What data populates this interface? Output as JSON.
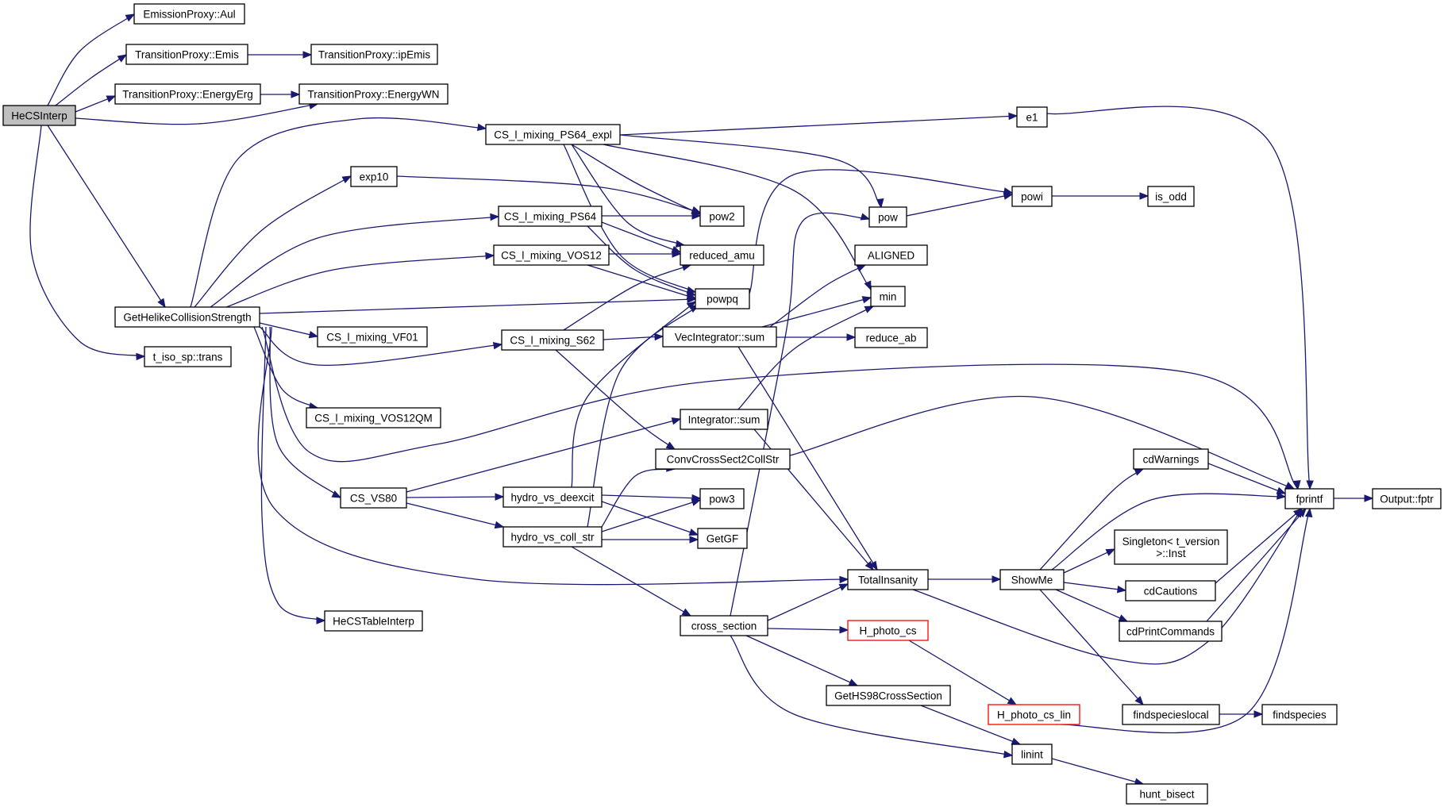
{
  "graph": {
    "colors": {
      "edge": "#191970",
      "node_border": "#000000",
      "root_fill": "#bfbfbf",
      "highlight_border": "#ff0000"
    },
    "nodes": [
      {
        "id": "HeCSInterp",
        "label": "HeCSInterp",
        "root": true
      },
      {
        "id": "EmissionProxyAul",
        "label": "EmissionProxy::Aul"
      },
      {
        "id": "TransitionProxyEmis",
        "label": "TransitionProxy::Emis"
      },
      {
        "id": "TransitionProxyipEmis",
        "label": "TransitionProxy::ipEmis"
      },
      {
        "id": "TransitionProxyEnergyErg",
        "label": "TransitionProxy::EnergyErg"
      },
      {
        "id": "TransitionProxyEnergyWN",
        "label": "TransitionProxy::EnergyWN"
      },
      {
        "id": "GetHelikeCollisionStrength",
        "label": "GetHelikeCollisionStrength"
      },
      {
        "id": "t_iso_sp_trans",
        "label": "t_iso_sp::trans"
      },
      {
        "id": "CS_l_mixing_PS64_expl",
        "label": "CS_l_mixing_PS64_expl"
      },
      {
        "id": "exp10",
        "label": "exp10"
      },
      {
        "id": "CS_l_mixing_PS64",
        "label": "CS_l_mixing_PS64"
      },
      {
        "id": "CS_l_mixing_VOS12",
        "label": "CS_l_mixing_VOS12"
      },
      {
        "id": "CS_l_mixing_VF01",
        "label": "CS_l_mixing_VF01"
      },
      {
        "id": "CS_l_mixing_S62",
        "label": "CS_l_mixing_S62"
      },
      {
        "id": "CS_l_mixing_VOS12QM",
        "label": "CS_l_mixing_VOS12QM"
      },
      {
        "id": "CS_VS80",
        "label": "CS_VS80"
      },
      {
        "id": "HeCSTableInterp",
        "label": "HeCSTableInterp"
      },
      {
        "id": "e1",
        "label": "e1"
      },
      {
        "id": "pow2",
        "label": "pow2"
      },
      {
        "id": "reduced_amu",
        "label": "reduced_amu"
      },
      {
        "id": "powpq",
        "label": "powpq"
      },
      {
        "id": "VecIntegrator_sum",
        "label": "VecIntegrator::sum"
      },
      {
        "id": "Integrator_sum",
        "label": "Integrator::sum"
      },
      {
        "id": "ConvCrossSect2CollStr",
        "label": "ConvCrossSect2CollStr"
      },
      {
        "id": "hydro_vs_deexcit",
        "label": "hydro_vs_deexcit"
      },
      {
        "id": "hydro_vs_coll_str",
        "label": "hydro_vs_coll_str"
      },
      {
        "id": "pow3",
        "label": "pow3"
      },
      {
        "id": "GetGF",
        "label": "GetGF"
      },
      {
        "id": "cross_section",
        "label": "cross_section"
      },
      {
        "id": "pow",
        "label": "pow"
      },
      {
        "id": "powi",
        "label": "powi"
      },
      {
        "id": "is_odd",
        "label": "is_odd"
      },
      {
        "id": "ALIGNED",
        "label": "ALIGNED"
      },
      {
        "id": "min",
        "label": "min"
      },
      {
        "id": "reduce_ab",
        "label": "reduce_ab"
      },
      {
        "id": "TotalInsanity",
        "label": "TotalInsanity"
      },
      {
        "id": "H_photo_cs",
        "label": "H_photo_cs",
        "red": true
      },
      {
        "id": "GetHS98CrossSection",
        "label": "GetHS98CrossSection"
      },
      {
        "id": "H_photo_cs_lin",
        "label": "H_photo_cs_lin",
        "red": true
      },
      {
        "id": "linint",
        "label": "linint"
      },
      {
        "id": "hunt_bisect",
        "label": "hunt_bisect"
      },
      {
        "id": "ShowMe",
        "label": "ShowMe"
      },
      {
        "id": "cdWarnings",
        "label": "cdWarnings"
      },
      {
        "id": "Singleton_Inst",
        "label": "Singleton< t_version\n>::Inst"
      },
      {
        "id": "cdCautions",
        "label": "cdCautions"
      },
      {
        "id": "cdPrintCommands",
        "label": "cdPrintCommands"
      },
      {
        "id": "findspecieslocal",
        "label": "findspecieslocal"
      },
      {
        "id": "findspecies",
        "label": "findspecies"
      },
      {
        "id": "fprintf",
        "label": "fprintf"
      },
      {
        "id": "Output_fptr",
        "label": "Output::fptr"
      }
    ],
    "edges": [
      [
        "HeCSInterp",
        "EmissionProxyAul"
      ],
      [
        "HeCSInterp",
        "TransitionProxyEmis"
      ],
      [
        "HeCSInterp",
        "TransitionProxyEnergyErg"
      ],
      [
        "HeCSInterp",
        "TransitionProxyEnergyWN"
      ],
      [
        "HeCSInterp",
        "GetHelikeCollisionStrength"
      ],
      [
        "HeCSInterp",
        "t_iso_sp_trans"
      ],
      [
        "TransitionProxyEmis",
        "TransitionProxyipEmis"
      ],
      [
        "TransitionProxyEnergyErg",
        "TransitionProxyEnergyWN"
      ],
      [
        "GetHelikeCollisionStrength",
        "CS_l_mixing_PS64_expl"
      ],
      [
        "GetHelikeCollisionStrength",
        "exp10"
      ],
      [
        "GetHelikeCollisionStrength",
        "CS_l_mixing_PS64"
      ],
      [
        "GetHelikeCollisionStrength",
        "CS_l_mixing_VOS12"
      ],
      [
        "GetHelikeCollisionStrength",
        "powpq"
      ],
      [
        "GetHelikeCollisionStrength",
        "CS_l_mixing_VF01"
      ],
      [
        "GetHelikeCollisionStrength",
        "CS_l_mixing_S62"
      ],
      [
        "GetHelikeCollisionStrength",
        "CS_l_mixing_VOS12QM"
      ],
      [
        "GetHelikeCollisionStrength",
        "fprintf"
      ],
      [
        "GetHelikeCollisionStrength",
        "CS_VS80"
      ],
      [
        "GetHelikeCollisionStrength",
        "TotalInsanity"
      ],
      [
        "GetHelikeCollisionStrength",
        "HeCSTableInterp"
      ],
      [
        "CS_l_mixing_PS64_expl",
        "e1"
      ],
      [
        "CS_l_mixing_PS64_expl",
        "pow"
      ],
      [
        "CS_l_mixing_PS64_expl",
        "pow2"
      ],
      [
        "CS_l_mixing_PS64_expl",
        "reduced_amu"
      ],
      [
        "CS_l_mixing_PS64_expl",
        "powpq"
      ],
      [
        "CS_l_mixing_PS64_expl",
        "min"
      ],
      [
        "exp10",
        "pow2"
      ],
      [
        "CS_l_mixing_PS64",
        "pow2"
      ],
      [
        "CS_l_mixing_PS64",
        "reduced_amu"
      ],
      [
        "CS_l_mixing_PS64",
        "powpq"
      ],
      [
        "CS_l_mixing_VOS12",
        "reduced_amu"
      ],
      [
        "CS_l_mixing_VOS12",
        "powpq"
      ],
      [
        "CS_l_mixing_S62",
        "VecIntegrator_sum"
      ],
      [
        "CS_l_mixing_S62",
        "reduced_amu"
      ],
      [
        "CS_l_mixing_S62",
        "ConvCrossSect2CollStr"
      ],
      [
        "CS_VS80",
        "Integrator_sum"
      ],
      [
        "CS_VS80",
        "hydro_vs_deexcit"
      ],
      [
        "CS_VS80",
        "hydro_vs_coll_str"
      ],
      [
        "hydro_vs_deexcit",
        "powpq"
      ],
      [
        "hydro_vs_deexcit",
        "pow3"
      ],
      [
        "hydro_vs_deexcit",
        "GetGF"
      ],
      [
        "hydro_vs_coll_str",
        "powpq"
      ],
      [
        "hydro_vs_coll_str",
        "ConvCrossSect2CollStr"
      ],
      [
        "hydro_vs_coll_str",
        "pow3"
      ],
      [
        "hydro_vs_coll_str",
        "GetGF"
      ],
      [
        "hydro_vs_coll_str",
        "cross_section"
      ],
      [
        "powpq",
        "powi"
      ],
      [
        "pow",
        "powi"
      ],
      [
        "powi",
        "is_odd"
      ],
      [
        "VecIntegrator_sum",
        "ALIGNED"
      ],
      [
        "VecIntegrator_sum",
        "min"
      ],
      [
        "VecIntegrator_sum",
        "reduce_ab"
      ],
      [
        "VecIntegrator_sum",
        "TotalInsanity"
      ],
      [
        "Integrator_sum",
        "min"
      ],
      [
        "Integrator_sum",
        "TotalInsanity"
      ],
      [
        "ConvCrossSect2CollStr",
        "fprintf"
      ],
      [
        "cross_section",
        "pow"
      ],
      [
        "cross_section",
        "TotalInsanity"
      ],
      [
        "cross_section",
        "H_photo_cs"
      ],
      [
        "cross_section",
        "GetHS98CrossSection"
      ],
      [
        "cross_section",
        "linint"
      ],
      [
        "H_photo_cs",
        "H_photo_cs_lin"
      ],
      [
        "H_photo_cs_lin",
        "fprintf"
      ],
      [
        "GetHS98CrossSection",
        "linint"
      ],
      [
        "linint",
        "hunt_bisect"
      ],
      [
        "e1",
        "fprintf"
      ],
      [
        "TotalInsanity",
        "ShowMe"
      ],
      [
        "TotalInsanity",
        "fprintf"
      ],
      [
        "ShowMe",
        "cdWarnings"
      ],
      [
        "ShowMe",
        "fprintf"
      ],
      [
        "ShowMe",
        "Singleton_Inst"
      ],
      [
        "ShowMe",
        "cdCautions"
      ],
      [
        "ShowMe",
        "cdPrintCommands"
      ],
      [
        "ShowMe",
        "findspecieslocal"
      ],
      [
        "cdWarnings",
        "fprintf"
      ],
      [
        "cdCautions",
        "fprintf"
      ],
      [
        "cdPrintCommands",
        "fprintf"
      ],
      [
        "findspecieslocal",
        "findspecies"
      ],
      [
        "fprintf",
        "Output_fptr"
      ]
    ]
  }
}
